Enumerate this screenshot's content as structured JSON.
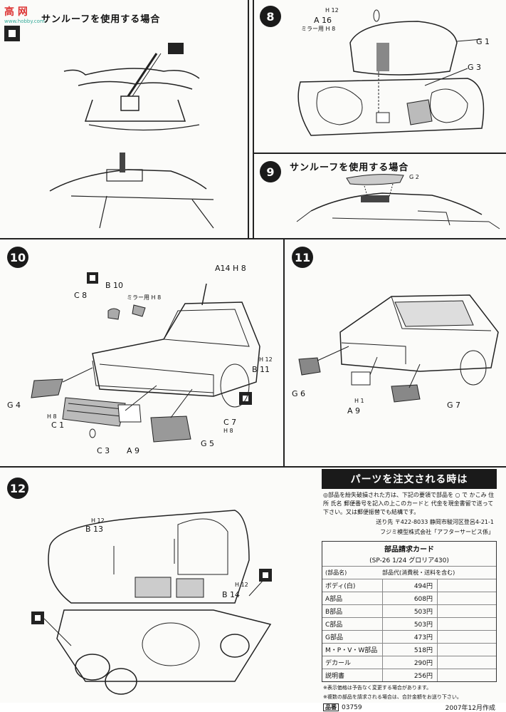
{
  "watermark": {
    "main": "高 网",
    "sub": "www.hobby.com"
  },
  "step7": {
    "heading": "サンルーフを使用する場合"
  },
  "step8": {
    "number": "8",
    "labels": {
      "a16": "A 16",
      "a16_h": "H 12",
      "a16_mirror": "ミラー用 H 8",
      "g1": "G 1",
      "g3": "G 3"
    }
  },
  "step9": {
    "number": "9",
    "heading": "サンルーフを使用する場合",
    "g2": "G 2"
  },
  "step10": {
    "number": "10",
    "labels": {
      "a14": "A14 H 8",
      "b10": "B 10",
      "b10_mirror": "ミラー用 H 8",
      "c8": "C 8",
      "b11": "B 11",
      "b11_h": "H 12",
      "g4": "G 4",
      "c1": "C 1",
      "c1_h": "H 8",
      "c3": "C 3",
      "a9": "A 9",
      "g5": "G 5",
      "c7": "C 7",
      "c7_h": "H 8"
    }
  },
  "step11": {
    "number": "11",
    "labels": {
      "g6": "G 6",
      "a9": "A 9",
      "a9_h": "H 1",
      "g7": "G 7"
    }
  },
  "step12": {
    "number": "12",
    "labels": {
      "b13": "B 13",
      "b13_h": "H 12",
      "b14": "B 14",
      "b14_h": "H 12"
    }
  },
  "order": {
    "title": "パーツを注文される時は",
    "intro": "◎部品を紛失破損された方は、下記の要領で部品を ○ で かこみ 住所 氏名 郵便番号を記入の上このカードと 代金を現金書留で送って下さい。又は郵便振替でも結構です。",
    "address_line1": "送り先 〒422-8033 静岡市駿河区登呂4-21-1",
    "address_line2": "フジミ模型株式会社「アフターサービス係」",
    "card_title": "部品請求カード",
    "card_model": "(SP-26 1/24 グロリア430)",
    "col_part": "(部品名)",
    "col_price": "部品代(消費税・送料を含む)",
    "rows": [
      {
        "name": "ボディ(白)",
        "price": "494円"
      },
      {
        "name": "A部品",
        "price": "608円"
      },
      {
        "name": "B部品",
        "price": "503円"
      },
      {
        "name": "C部品",
        "price": "503円"
      },
      {
        "name": "G部品",
        "price": "473円"
      },
      {
        "name": "M・P・V・W部品",
        "price": "518円"
      },
      {
        "name": "デカール",
        "price": "290円"
      },
      {
        "name": "説明書",
        "price": "256円"
      }
    ],
    "note1": "※表示価格は予告なく変更する場合があります。",
    "note2": "※複数の部品を請求される場合は、合計金額をお送り下さい。",
    "code_label": "品番",
    "code": "03759",
    "date": "2007年12月作成",
    "footer": "フジミ模型株式会社"
  }
}
